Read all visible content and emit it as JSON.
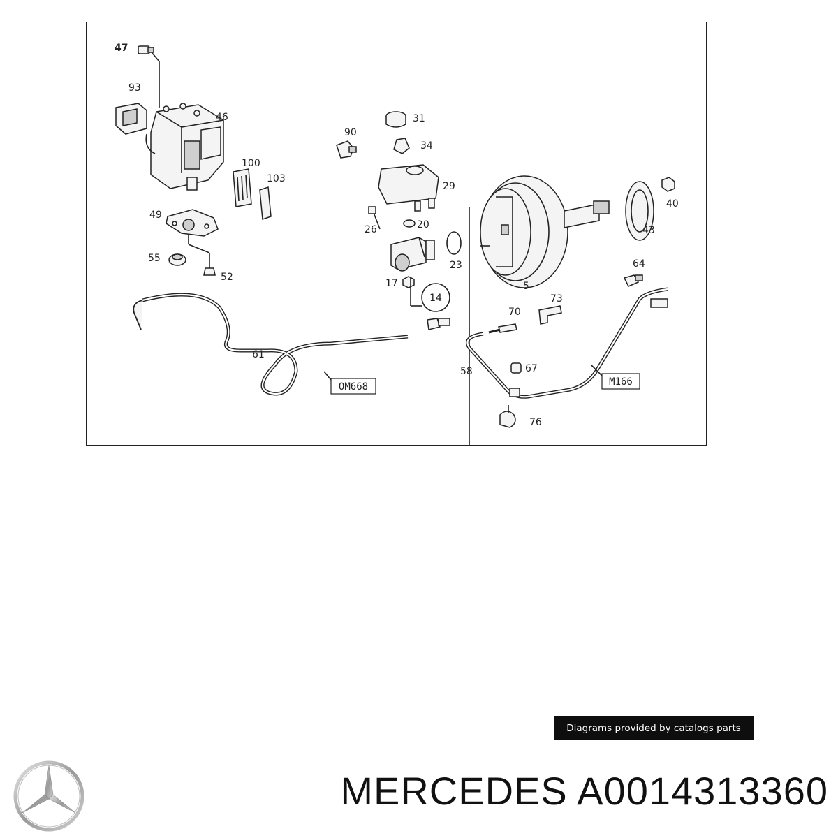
{
  "diagram": {
    "callouts": {
      "c47": "47",
      "c93": "93",
      "c46": "46",
      "c100": "100",
      "c103": "103",
      "c49": "49",
      "c55": "55",
      "c52": "52",
      "c90": "90",
      "c31": "31",
      "c34": "34",
      "c29": "29",
      "c26": "26",
      "c20": "20",
      "c23": "23",
      "c17": "17",
      "c14": "14",
      "c5": "5",
      "c40": "40",
      "c43": "43",
      "c64": "64",
      "c70": "70",
      "c73": "73",
      "c61": "61",
      "c58": "58",
      "c67": "67",
      "c76": "76"
    },
    "engine_codes": {
      "om668": "OM668",
      "m166": "M166"
    }
  },
  "attribution": "Diagrams provided by catalogs parts",
  "brand": {
    "logo_icon": "mercedes-star-icon"
  },
  "title": "MERCEDES A0014313360"
}
